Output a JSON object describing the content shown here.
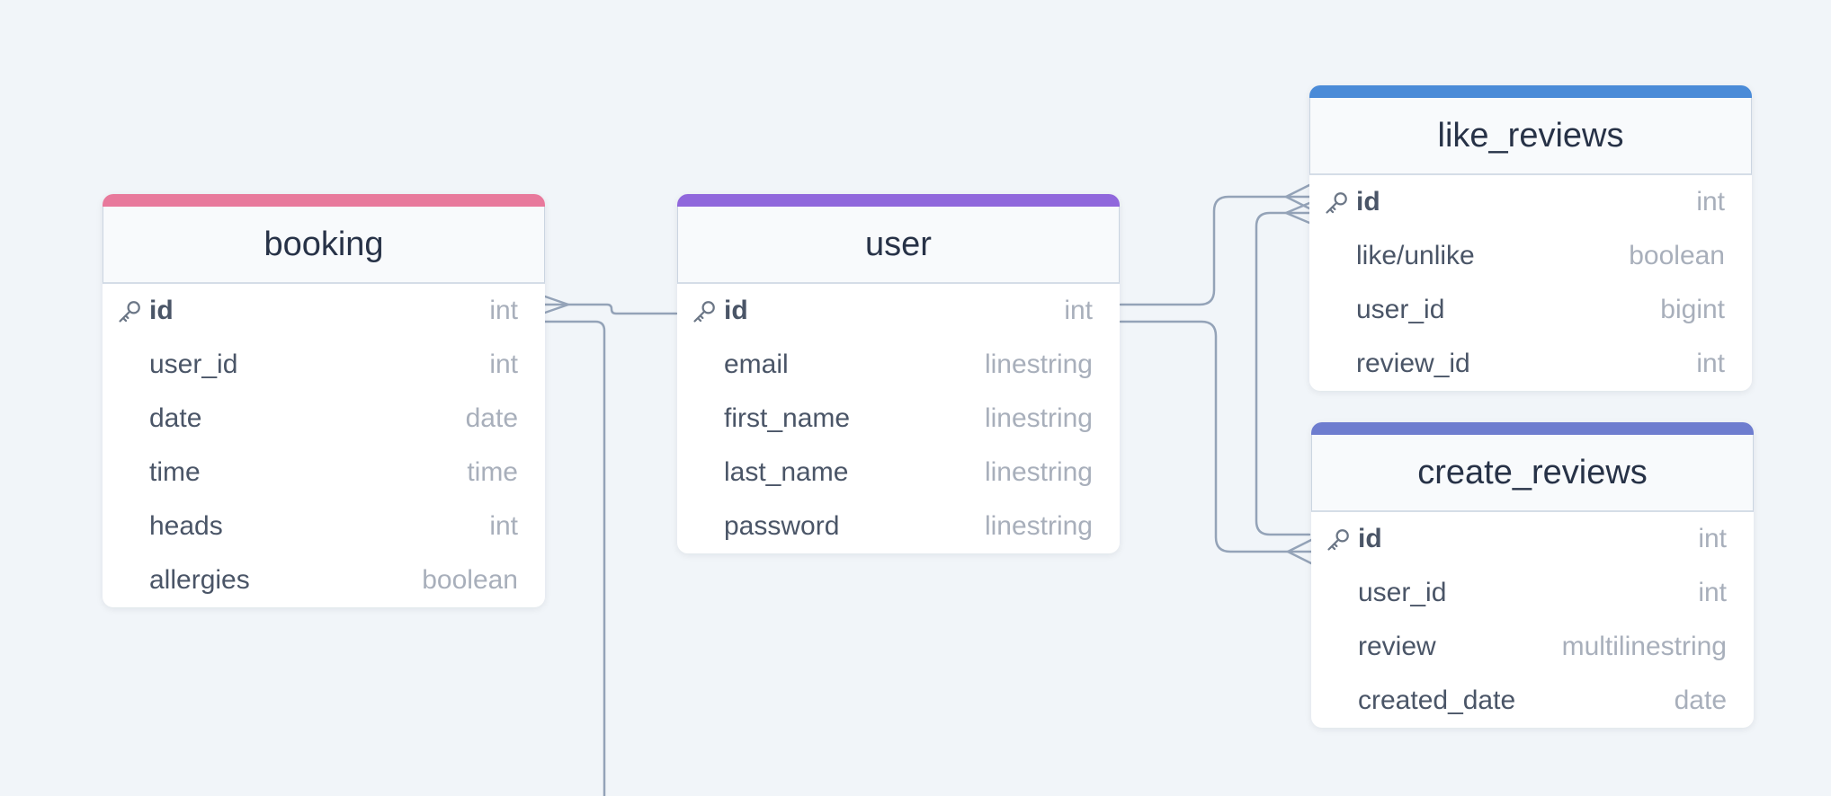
{
  "colors": {
    "background": "#f1f5f9",
    "connector": "#94a3b8",
    "booking_accent": "#e8799c",
    "user_accent": "#9067dc",
    "like_reviews_accent": "#4a8bd8",
    "create_reviews_accent": "#6e7dcf"
  },
  "tables": {
    "booking": {
      "name": "booking",
      "fields": [
        {
          "name": "id",
          "type": "int",
          "primary_key": true
        },
        {
          "name": "user_id",
          "type": "int"
        },
        {
          "name": "date",
          "type": "date"
        },
        {
          "name": "time",
          "type": "time"
        },
        {
          "name": "heads",
          "type": "int"
        },
        {
          "name": "allergies",
          "type": "boolean"
        }
      ]
    },
    "user": {
      "name": "user",
      "fields": [
        {
          "name": "id",
          "type": "int",
          "primary_key": true
        },
        {
          "name": "email",
          "type": "linestring"
        },
        {
          "name": "first_name",
          "type": "linestring"
        },
        {
          "name": "last_name",
          "type": "linestring"
        },
        {
          "name": "password",
          "type": "linestring"
        }
      ]
    },
    "like_reviews": {
      "name": "like_reviews",
      "fields": [
        {
          "name": "id",
          "type": "int",
          "primary_key": true
        },
        {
          "name": "like/unlike",
          "type": "boolean"
        },
        {
          "name": "user_id",
          "type": "bigint"
        },
        {
          "name": "review_id",
          "type": "int"
        }
      ]
    },
    "create_reviews": {
      "name": "create_reviews",
      "fields": [
        {
          "name": "id",
          "type": "int",
          "primary_key": true
        },
        {
          "name": "user_id",
          "type": "int"
        },
        {
          "name": "review",
          "type": "multilinestring"
        },
        {
          "name": "created_date",
          "type": "date"
        }
      ]
    }
  },
  "icons": {
    "primary_key": "key-icon"
  }
}
